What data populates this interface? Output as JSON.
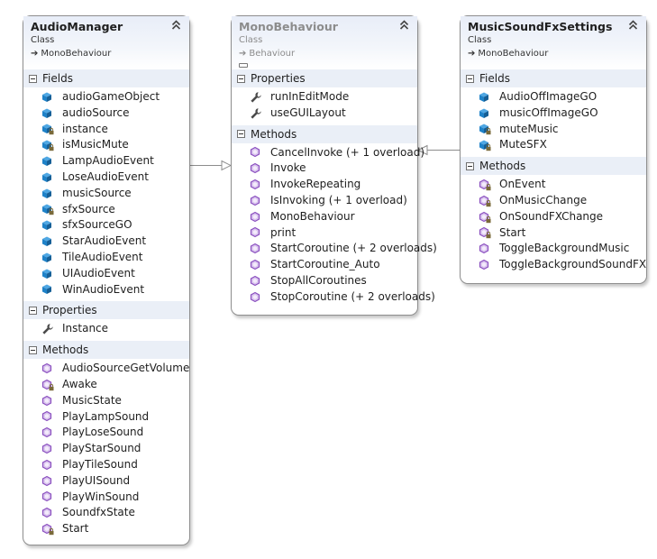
{
  "classes": {
    "audio_manager": {
      "name": "AudioManager",
      "stereotype": "Class",
      "base": "MonoBehaviour",
      "sections": {
        "fields": {
          "title": "Fields",
          "members": [
            {
              "name": "audioGameObject",
              "icon": "field-icon"
            },
            {
              "name": "audioSource",
              "icon": "field-icon"
            },
            {
              "name": "instance",
              "icon": "private-field-icon"
            },
            {
              "name": "isMusicMute",
              "icon": "private-field-icon"
            },
            {
              "name": "LampAudioEvent",
              "icon": "field-icon"
            },
            {
              "name": "LoseAudioEvent",
              "icon": "field-icon"
            },
            {
              "name": "musicSource",
              "icon": "field-icon"
            },
            {
              "name": "sfxSource",
              "icon": "private-field-icon"
            },
            {
              "name": "sfxSourceGO",
              "icon": "field-icon"
            },
            {
              "name": "StarAudioEvent",
              "icon": "field-icon"
            },
            {
              "name": "TileAudioEvent",
              "icon": "field-icon"
            },
            {
              "name": "UIAudioEvent",
              "icon": "field-icon"
            },
            {
              "name": "WinAudioEvent",
              "icon": "field-icon"
            }
          ]
        },
        "properties": {
          "title": "Properties",
          "members": [
            {
              "name": "Instance",
              "icon": "property-wrench-icon"
            }
          ]
        },
        "methods": {
          "title": "Methods",
          "members": [
            {
              "name": "AudioSourceGetVolume",
              "icon": "method-icon"
            },
            {
              "name": "Awake",
              "icon": "private-method-icon"
            },
            {
              "name": "MusicState",
              "icon": "method-icon"
            },
            {
              "name": "PlayLampSound",
              "icon": "method-icon"
            },
            {
              "name": "PlayLoseSound",
              "icon": "method-icon"
            },
            {
              "name": "PlayStarSound",
              "icon": "method-icon"
            },
            {
              "name": "PlayTileSound",
              "icon": "method-icon"
            },
            {
              "name": "PlayUISound",
              "icon": "method-icon"
            },
            {
              "name": "PlayWinSound",
              "icon": "method-icon"
            },
            {
              "name": "SoundfxState",
              "icon": "method-icon"
            },
            {
              "name": "Start",
              "icon": "private-method-icon"
            }
          ]
        }
      }
    },
    "mono_behaviour": {
      "name": "MonoBehaviour",
      "stereotype": "Class",
      "base": "Behaviour",
      "sections": {
        "properties": {
          "title": "Properties",
          "members": [
            {
              "name": "runInEditMode",
              "icon": "property-wrench-icon"
            },
            {
              "name": "useGUILayout",
              "icon": "property-wrench-icon"
            }
          ]
        },
        "methods": {
          "title": "Methods",
          "members": [
            {
              "name": "CancelInvoke (+ 1 overload)",
              "icon": "method-icon"
            },
            {
              "name": "Invoke",
              "icon": "method-icon"
            },
            {
              "name": "InvokeRepeating",
              "icon": "method-icon"
            },
            {
              "name": "IsInvoking (+ 1 overload)",
              "icon": "method-icon"
            },
            {
              "name": "MonoBehaviour",
              "icon": "method-icon"
            },
            {
              "name": "print",
              "icon": "method-icon"
            },
            {
              "name": "StartCoroutine (+ 2 overloads)",
              "icon": "method-icon"
            },
            {
              "name": "StartCoroutine_Auto",
              "icon": "method-icon"
            },
            {
              "name": "StopAllCoroutines",
              "icon": "method-icon"
            },
            {
              "name": "StopCoroutine (+ 2 overloads)",
              "icon": "method-icon"
            }
          ]
        }
      }
    },
    "music_sound_fx_settings": {
      "name": "MusicSoundFxSettings",
      "stereotype": "Class",
      "base": "MonoBehaviour",
      "sections": {
        "fields": {
          "title": "Fields",
          "members": [
            {
              "name": "AudioOffImageGO",
              "icon": "field-icon"
            },
            {
              "name": "musicOffImageGO",
              "icon": "field-icon"
            },
            {
              "name": "muteMusic",
              "icon": "private-field-icon"
            },
            {
              "name": "MuteSFX",
              "icon": "private-field-icon"
            }
          ]
        },
        "methods": {
          "title": "Methods",
          "members": [
            {
              "name": "OnEvent",
              "icon": "private-method-icon"
            },
            {
              "name": "OnMusicChange",
              "icon": "private-method-icon"
            },
            {
              "name": "OnSoundFXChange",
              "icon": "private-method-icon"
            },
            {
              "name": "Start",
              "icon": "private-method-icon"
            },
            {
              "name": "ToggleBackgroundMusic",
              "icon": "method-icon"
            },
            {
              "name": "ToggleBackgroundSoundFX",
              "icon": "method-icon"
            }
          ]
        }
      }
    }
  },
  "relationships": [
    {
      "from": "AudioManager",
      "to": "MonoBehaviour",
      "kind": "inheritance"
    },
    {
      "from": "MusicSoundFxSettings",
      "to": "MonoBehaviour",
      "kind": "inheritance"
    }
  ],
  "colors": {
    "field_icon": "#1f82c8",
    "method_icon": "#8a4fbf",
    "wrench_icon": "#4a4a4a",
    "lock_overlay": "#7a6a3a",
    "connector": "#8c8c8c",
    "header_band": "#eaeff7",
    "border": "#8e8e8e"
  }
}
